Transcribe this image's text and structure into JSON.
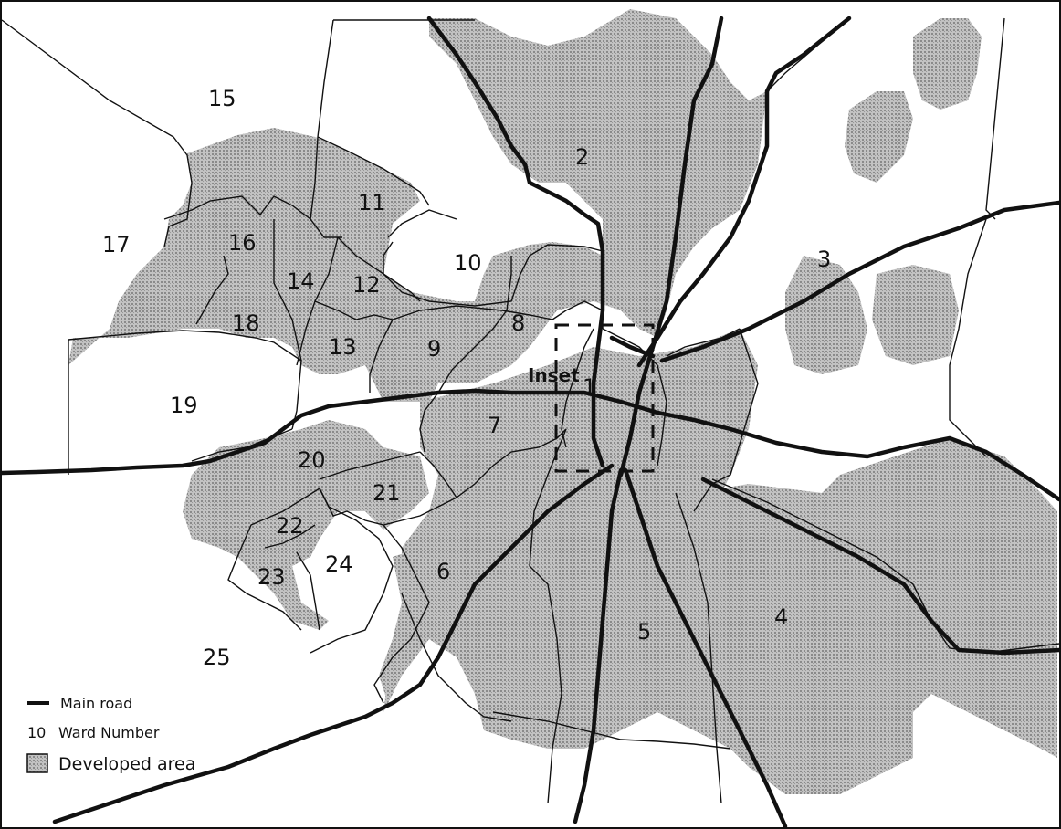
{
  "wards": [
    {
      "id": "w1",
      "label": "1"
    },
    {
      "id": "w2",
      "label": "2"
    },
    {
      "id": "w3",
      "label": "3"
    },
    {
      "id": "w4",
      "label": "4"
    },
    {
      "id": "w5",
      "label": "5"
    },
    {
      "id": "w6",
      "label": "6"
    },
    {
      "id": "w7",
      "label": "7"
    },
    {
      "id": "w8",
      "label": "8"
    },
    {
      "id": "w9",
      "label": "9"
    },
    {
      "id": "w10",
      "label": "10"
    },
    {
      "id": "w11",
      "label": "11"
    },
    {
      "id": "w12",
      "label": "12"
    },
    {
      "id": "w13",
      "label": "13"
    },
    {
      "id": "w14",
      "label": "14"
    },
    {
      "id": "w15",
      "label": "15"
    },
    {
      "id": "w16",
      "label": "16"
    },
    {
      "id": "w17",
      "label": "17"
    },
    {
      "id": "w18",
      "label": "18"
    },
    {
      "id": "w19",
      "label": "19"
    },
    {
      "id": "w20",
      "label": "20"
    },
    {
      "id": "w21",
      "label": "21"
    },
    {
      "id": "w22",
      "label": "22"
    },
    {
      "id": "w23",
      "label": "23"
    },
    {
      "id": "w24",
      "label": "24"
    },
    {
      "id": "w25",
      "label": "25"
    }
  ],
  "inset_label": "Inset",
  "legend": {
    "main_road": "Main road",
    "ward_number_sample": "10",
    "ward_number": "Ward Number",
    "developed_area": "Developed area"
  },
  "colors": {
    "developed_fill": "#b4b4b4",
    "line": "#111111",
    "background": "#ffffff"
  }
}
